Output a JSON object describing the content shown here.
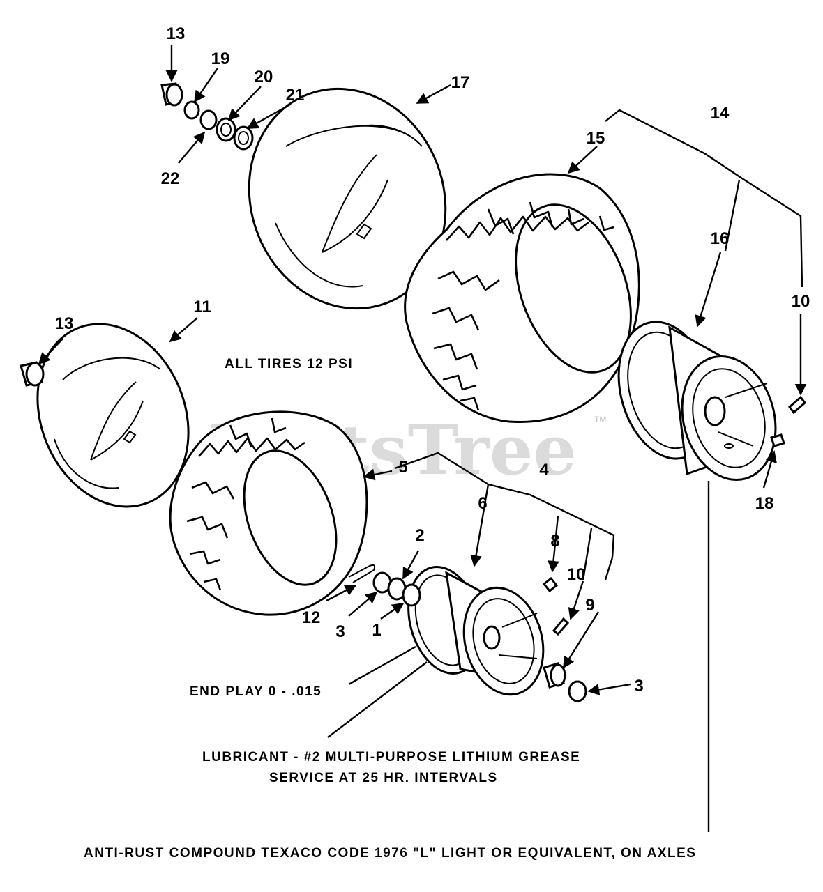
{
  "watermark": {
    "text": "PartsTree",
    "trademark": "TM"
  },
  "callouts": {
    "c13a": "13",
    "c19": "19",
    "c20": "20",
    "c21": "21",
    "c22": "22",
    "c17": "17",
    "c15": "15",
    "c14": "14",
    "c16": "16",
    "c10a": "10",
    "c18": "18",
    "c13b": "13",
    "c11": "11",
    "c5": "5",
    "c4": "4",
    "c6": "6",
    "c2": "2",
    "c8": "8",
    "c10b": "10",
    "c9": "9",
    "c12": "12",
    "c3a": "3",
    "c1": "1",
    "c3b": "3"
  },
  "notes": {
    "tire_pressure": "ALL TIRES 12 PSI",
    "end_play": "END PLAY 0 - .015",
    "lubricant": "LUBRICANT - #2 MULTI-PURPOSE LITHIUM GREASE",
    "service": "SERVICE AT 25 HR. INTERVALS",
    "anti_rust": "ANTI-RUST COMPOUND  TEXACO CODE 1976 \"L\" LIGHT OR EQUIVALENT, ON AXLES"
  }
}
